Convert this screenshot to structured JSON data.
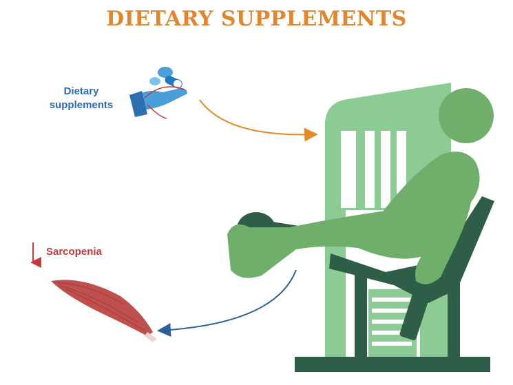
{
  "title": "DIETARY SUPPLEMENTS",
  "labels": {
    "dietary_supplements_line1": "Dietary",
    "dietary_supplements_line2": "supplements",
    "sarcopenia": "Sarcopenia"
  },
  "icons": {
    "supplements": "hand-with-pills-icon",
    "muscle": "muscle-icon",
    "decrease": "down-arrow-icon",
    "exercise": "leg-extension-machine-icon"
  },
  "colors": {
    "title": "#e0862f",
    "supplements_label": "#2f6bb0",
    "sarcopenia_label": "#c9383a",
    "arrow_orange": "#e58a2a",
    "arrow_blue": "#2c5e9a",
    "machine_light": "#8ccc94",
    "machine_dark": "#2f5e48",
    "person": "#6fae6b",
    "muscle": "#c0504d"
  }
}
